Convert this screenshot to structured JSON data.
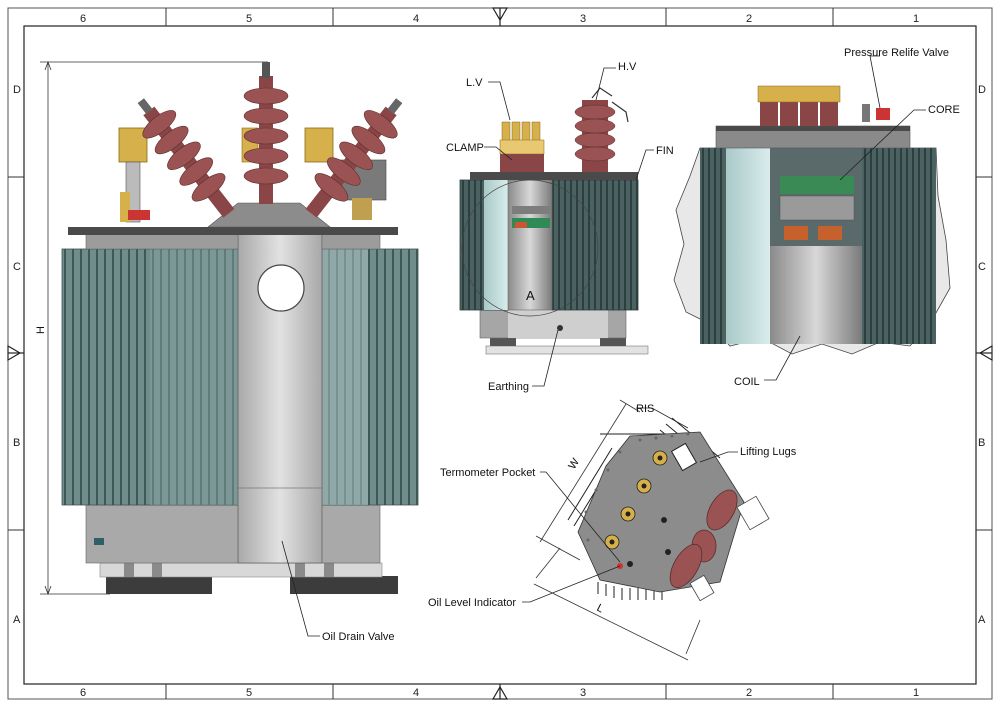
{
  "drawing": {
    "zones_top": [
      "6",
      "5",
      "4",
      "3",
      "2",
      "1"
    ],
    "zones_bottom": [
      "6",
      "5",
      "4",
      "3",
      "2",
      "1"
    ],
    "zones_left": [
      "D",
      "C",
      "B",
      "A"
    ],
    "zones_right": [
      "D",
      "C",
      "B",
      "A"
    ]
  },
  "front_view": {
    "dimension_height": "H",
    "callouts": {
      "oil_drain_valve": "Oil Drain Valve"
    }
  },
  "side_view": {
    "callouts": {
      "lv": "L.V",
      "hv": "H.V",
      "clamp": "CLAMP",
      "fin": "FIN",
      "earthing": "Earthing",
      "section_mark": "A"
    }
  },
  "section_view": {
    "callouts": {
      "pressure_relief_valve": "Pressure Relife Valve",
      "core": "CORE",
      "coil": "COIL"
    }
  },
  "top_view": {
    "dimension_width": "W",
    "dimension_length": "L",
    "callouts": {
      "ris": "RIS",
      "lifting_lugs": "Lifting Lugs",
      "thermometer_pocket": "Termometer Pocket",
      "oil_level_indicator": "Oil Level Indicator"
    }
  },
  "colors": {
    "fin_green": "#5e7a78",
    "tank_grey": "#bfbfbf",
    "bushing_brown": "#8a4646",
    "brass": "#d6b04a",
    "base_dark": "#3c3c3c"
  }
}
